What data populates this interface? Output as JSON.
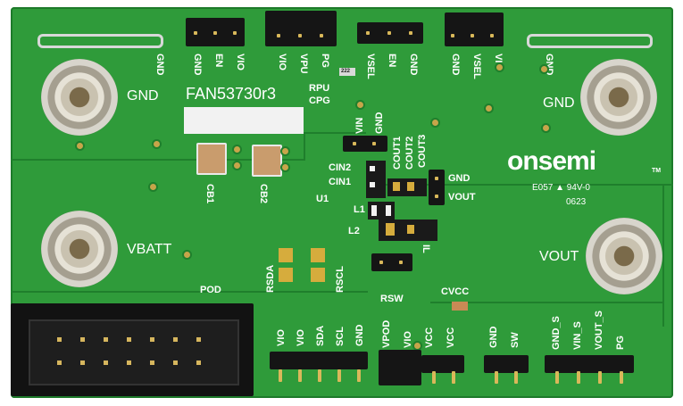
{
  "board": {
    "part_name": "FAN53730r3",
    "brand": "onsemi",
    "brand_tm": "TM",
    "ul_mark": "E057 ▲ 94V-0",
    "date_code": "0623"
  },
  "posts": {
    "gnd_top_left": "GND",
    "gnd_top_right": "GND",
    "vbatt": "VBATT",
    "vout": "VOUT"
  },
  "top_headers": {
    "j1_labels": [
      "GND",
      "EN",
      "VIO"
    ],
    "j2_labels": [
      "VIO",
      "VPU",
      "PG"
    ],
    "j3_labels": [
      "VSEL",
      "EN",
      "GND"
    ],
    "j4_labels": [
      "GND",
      "VSEL",
      "VIO"
    ],
    "corner_gnd_left": "GND",
    "corner_gnd_right": "GND",
    "rpu": "RPU",
    "cpg": "CPG",
    "r222": "222"
  },
  "center": {
    "vin": "VIN",
    "gnd": "GND",
    "cout1": "COUT1",
    "cout2": "COUT2",
    "cout3": "COUT3",
    "cin2": "CIN2",
    "cin1": "CIN1",
    "u1": "U1",
    "l1": "L1",
    "l2": "L2",
    "il": "IL",
    "gnd_right": "GND",
    "vout_right": "VOUT"
  },
  "left_parts": {
    "cb1": "CB1",
    "cb2": "CB2",
    "rsda": "RSDA",
    "rscl": "RSCL",
    "pod": "POD"
  },
  "bottom": {
    "rsw": "RSW",
    "cvcc": "CVCC",
    "h1_labels": [
      "VIO",
      "VIO",
      "SDA",
      "SCL",
      "GND"
    ],
    "h2_labels": [
      "VPOD",
      "VIO",
      "VCC",
      "VCC"
    ],
    "h3_labels": [
      "GND",
      "SW"
    ],
    "h4_labels": [
      "GND_S",
      "VIN_S",
      "VOUT_S",
      "PG"
    ]
  },
  "colors": {
    "pcb_green": "#2f9b3a",
    "silkscreen": "#ffffff",
    "header_black": "#151515",
    "gold_pad": "#d6ac3d"
  }
}
